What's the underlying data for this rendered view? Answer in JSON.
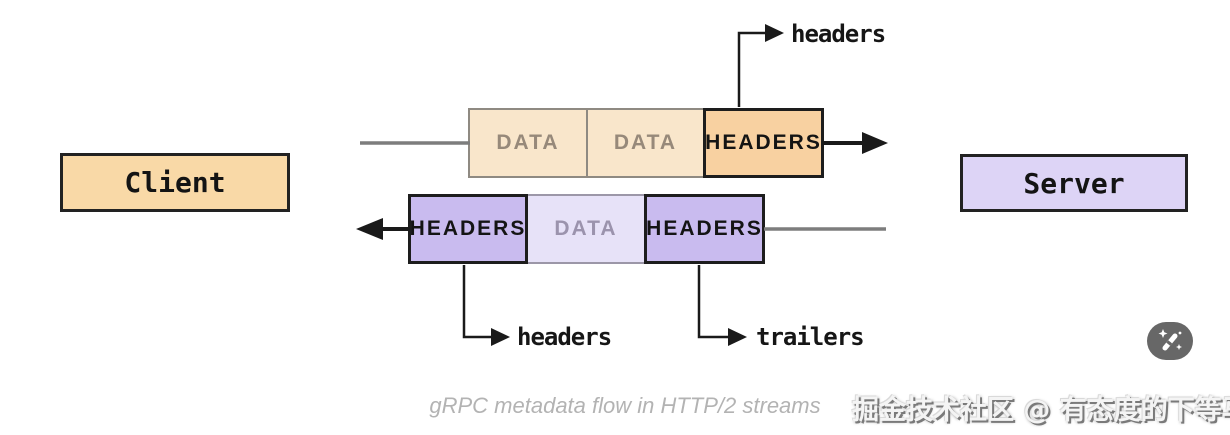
{
  "diagram": {
    "client": {
      "label": "Client"
    },
    "server": {
      "label": "Server"
    },
    "request_stream": {
      "direction": "client-to-server",
      "frames": [
        {
          "label": "DATA",
          "type": "data"
        },
        {
          "label": "DATA",
          "type": "data"
        },
        {
          "label": "HEADERS",
          "type": "headers"
        }
      ],
      "annotation": {
        "label": "headers"
      }
    },
    "response_stream": {
      "direction": "server-to-client",
      "frames": [
        {
          "label": "HEADERS",
          "type": "headers"
        },
        {
          "label": "DATA",
          "type": "data"
        },
        {
          "label": "HEADERS",
          "type": "headers"
        }
      ],
      "annotations": [
        {
          "label": "headers"
        },
        {
          "label": "trailers"
        }
      ]
    },
    "caption": "gRPC metadata flow in HTTP/2 streams",
    "watermark": "掘金技术社区 @ 有态度的下等马",
    "colors": {
      "client_fill": "#F9D9A7",
      "server_fill": "#DDD4F6",
      "headers_frame_orange": "#F8D1A1",
      "data_frame_orange": "#F9E6CB",
      "headers_frame_purple": "#C9BBEF",
      "data_frame_purple": "#E7E2F8",
      "stroke_dark": "#1d1d1d",
      "stroke_gray": "#7d7d7d",
      "caption_gray": "#b3b3b3",
      "wand_button_bg": "#676767"
    }
  }
}
